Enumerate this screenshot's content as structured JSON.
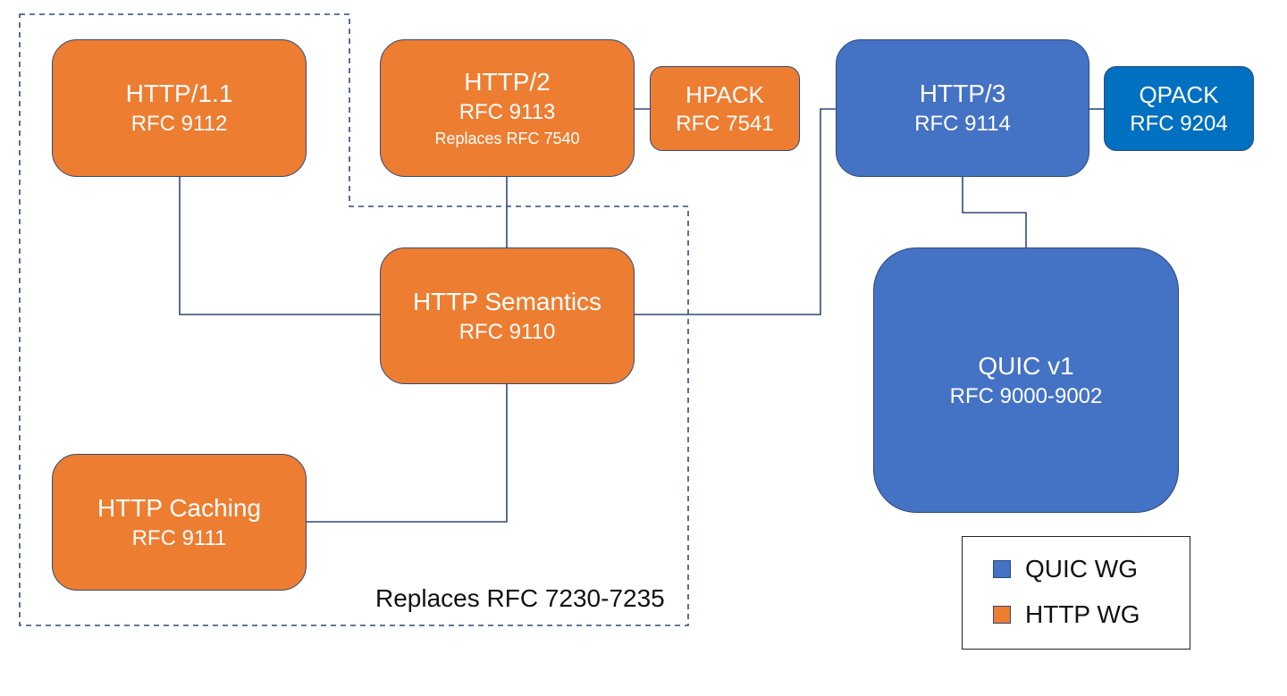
{
  "nodes": {
    "http11": {
      "name": "HTTP/1.1",
      "rfc": "RFC 9112"
    },
    "http2": {
      "name": "HTTP/2",
      "rfc": "RFC 9113",
      "note": "Replaces RFC 7540"
    },
    "hpack": {
      "name": "HPACK",
      "rfc": "RFC 7541"
    },
    "http3": {
      "name": "HTTP/3",
      "rfc": "RFC 9114"
    },
    "qpack": {
      "name": "QPACK",
      "rfc": "RFC 9204"
    },
    "semantics": {
      "name": "HTTP Semantics",
      "rfc": "RFC 9110"
    },
    "quic": {
      "name": "QUIC v1",
      "rfc": "RFC 9000-9002"
    },
    "caching": {
      "name": "HTTP Caching",
      "rfc": "RFC 9111"
    }
  },
  "group": {
    "label": "Replaces RFC 7230-7235"
  },
  "legend": {
    "items": [
      {
        "label": "QUIC WG",
        "color": "#4472c4"
      },
      {
        "label": "HTTP WG",
        "color": "#ed7d31"
      }
    ]
  },
  "colors": {
    "http_wg": "#ed7d31",
    "quic_wg": "#4472c4",
    "qpack": "#0070c0",
    "connector": "#2f4a78"
  }
}
